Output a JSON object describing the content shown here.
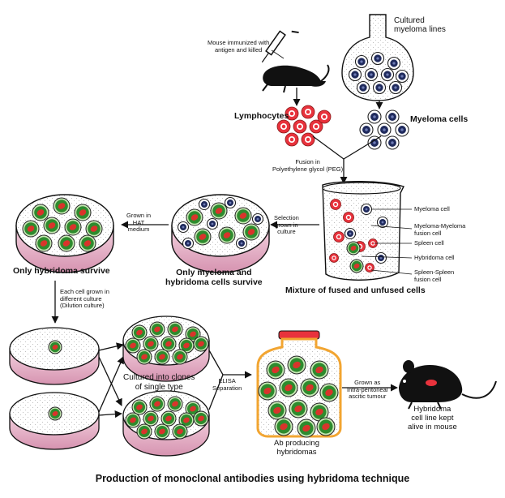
{
  "labels": {
    "mouse_immunized": [
      "Mouse immunized with",
      "antigen and killed"
    ],
    "cultured_myeloma": [
      "Cultured",
      "myeloma lines"
    ],
    "lymphocytes": "Lymphocytes",
    "myeloma_cells": "Myeloma cells",
    "fusion_peg": [
      "Fusion in",
      "Polyethylene glycol (PEG)"
    ],
    "grown_hat": [
      "Grown in",
      "HAT",
      "medium"
    ],
    "selection": [
      "Selection",
      "grown in",
      "culture"
    ],
    "legend": {
      "myeloma_cell": "Myeloma cell",
      "myeloma_myeloma": [
        "Myeloma-Myeloma",
        "fusion cell"
      ],
      "spleen_cell": "Spleen cell",
      "hybridoma_cell": "Hybridoma cell",
      "spleen_spleen": [
        "Spleen-Spleen",
        "fusion cell"
      ]
    },
    "only_hybridoma": "Only hybridoma survive",
    "only_myeloma_hybridoma": [
      "Only myeloma and",
      "hybridoma cells survive"
    ],
    "mixture": "Mixture of fused and unfused cells",
    "each_cell": [
      "Each cell grown in",
      "different culture",
      "(Dilution culture)"
    ],
    "cultured_clones": [
      "Cultured into clones",
      "of single type"
    ],
    "elisa": [
      "ELISA",
      "Separation"
    ],
    "grown_as": [
      "Grown as",
      "Intra-peritoneal",
      "ascitic tumour"
    ],
    "ab_producing": [
      "Ab producing",
      "hybridomas"
    ],
    "kept_alive": [
      "Hybridoma",
      "cell line kept",
      "alive in mouse"
    ]
  },
  "caption": "Production of monoclonal antibodies using hybridoma technique",
  "colors": {
    "lymphocyte_red": "#e8323c",
    "myeloma_navy": "#1f2a5c",
    "hybridoma_green": "#2e8b2e",
    "hybridoma_nucleus": "#d9342b",
    "dish_pink": "#e6b3c8",
    "bottle_orange": "#f2a531",
    "cap_red": "#e8323c",
    "dish_stipple": "#c9c9c9"
  }
}
